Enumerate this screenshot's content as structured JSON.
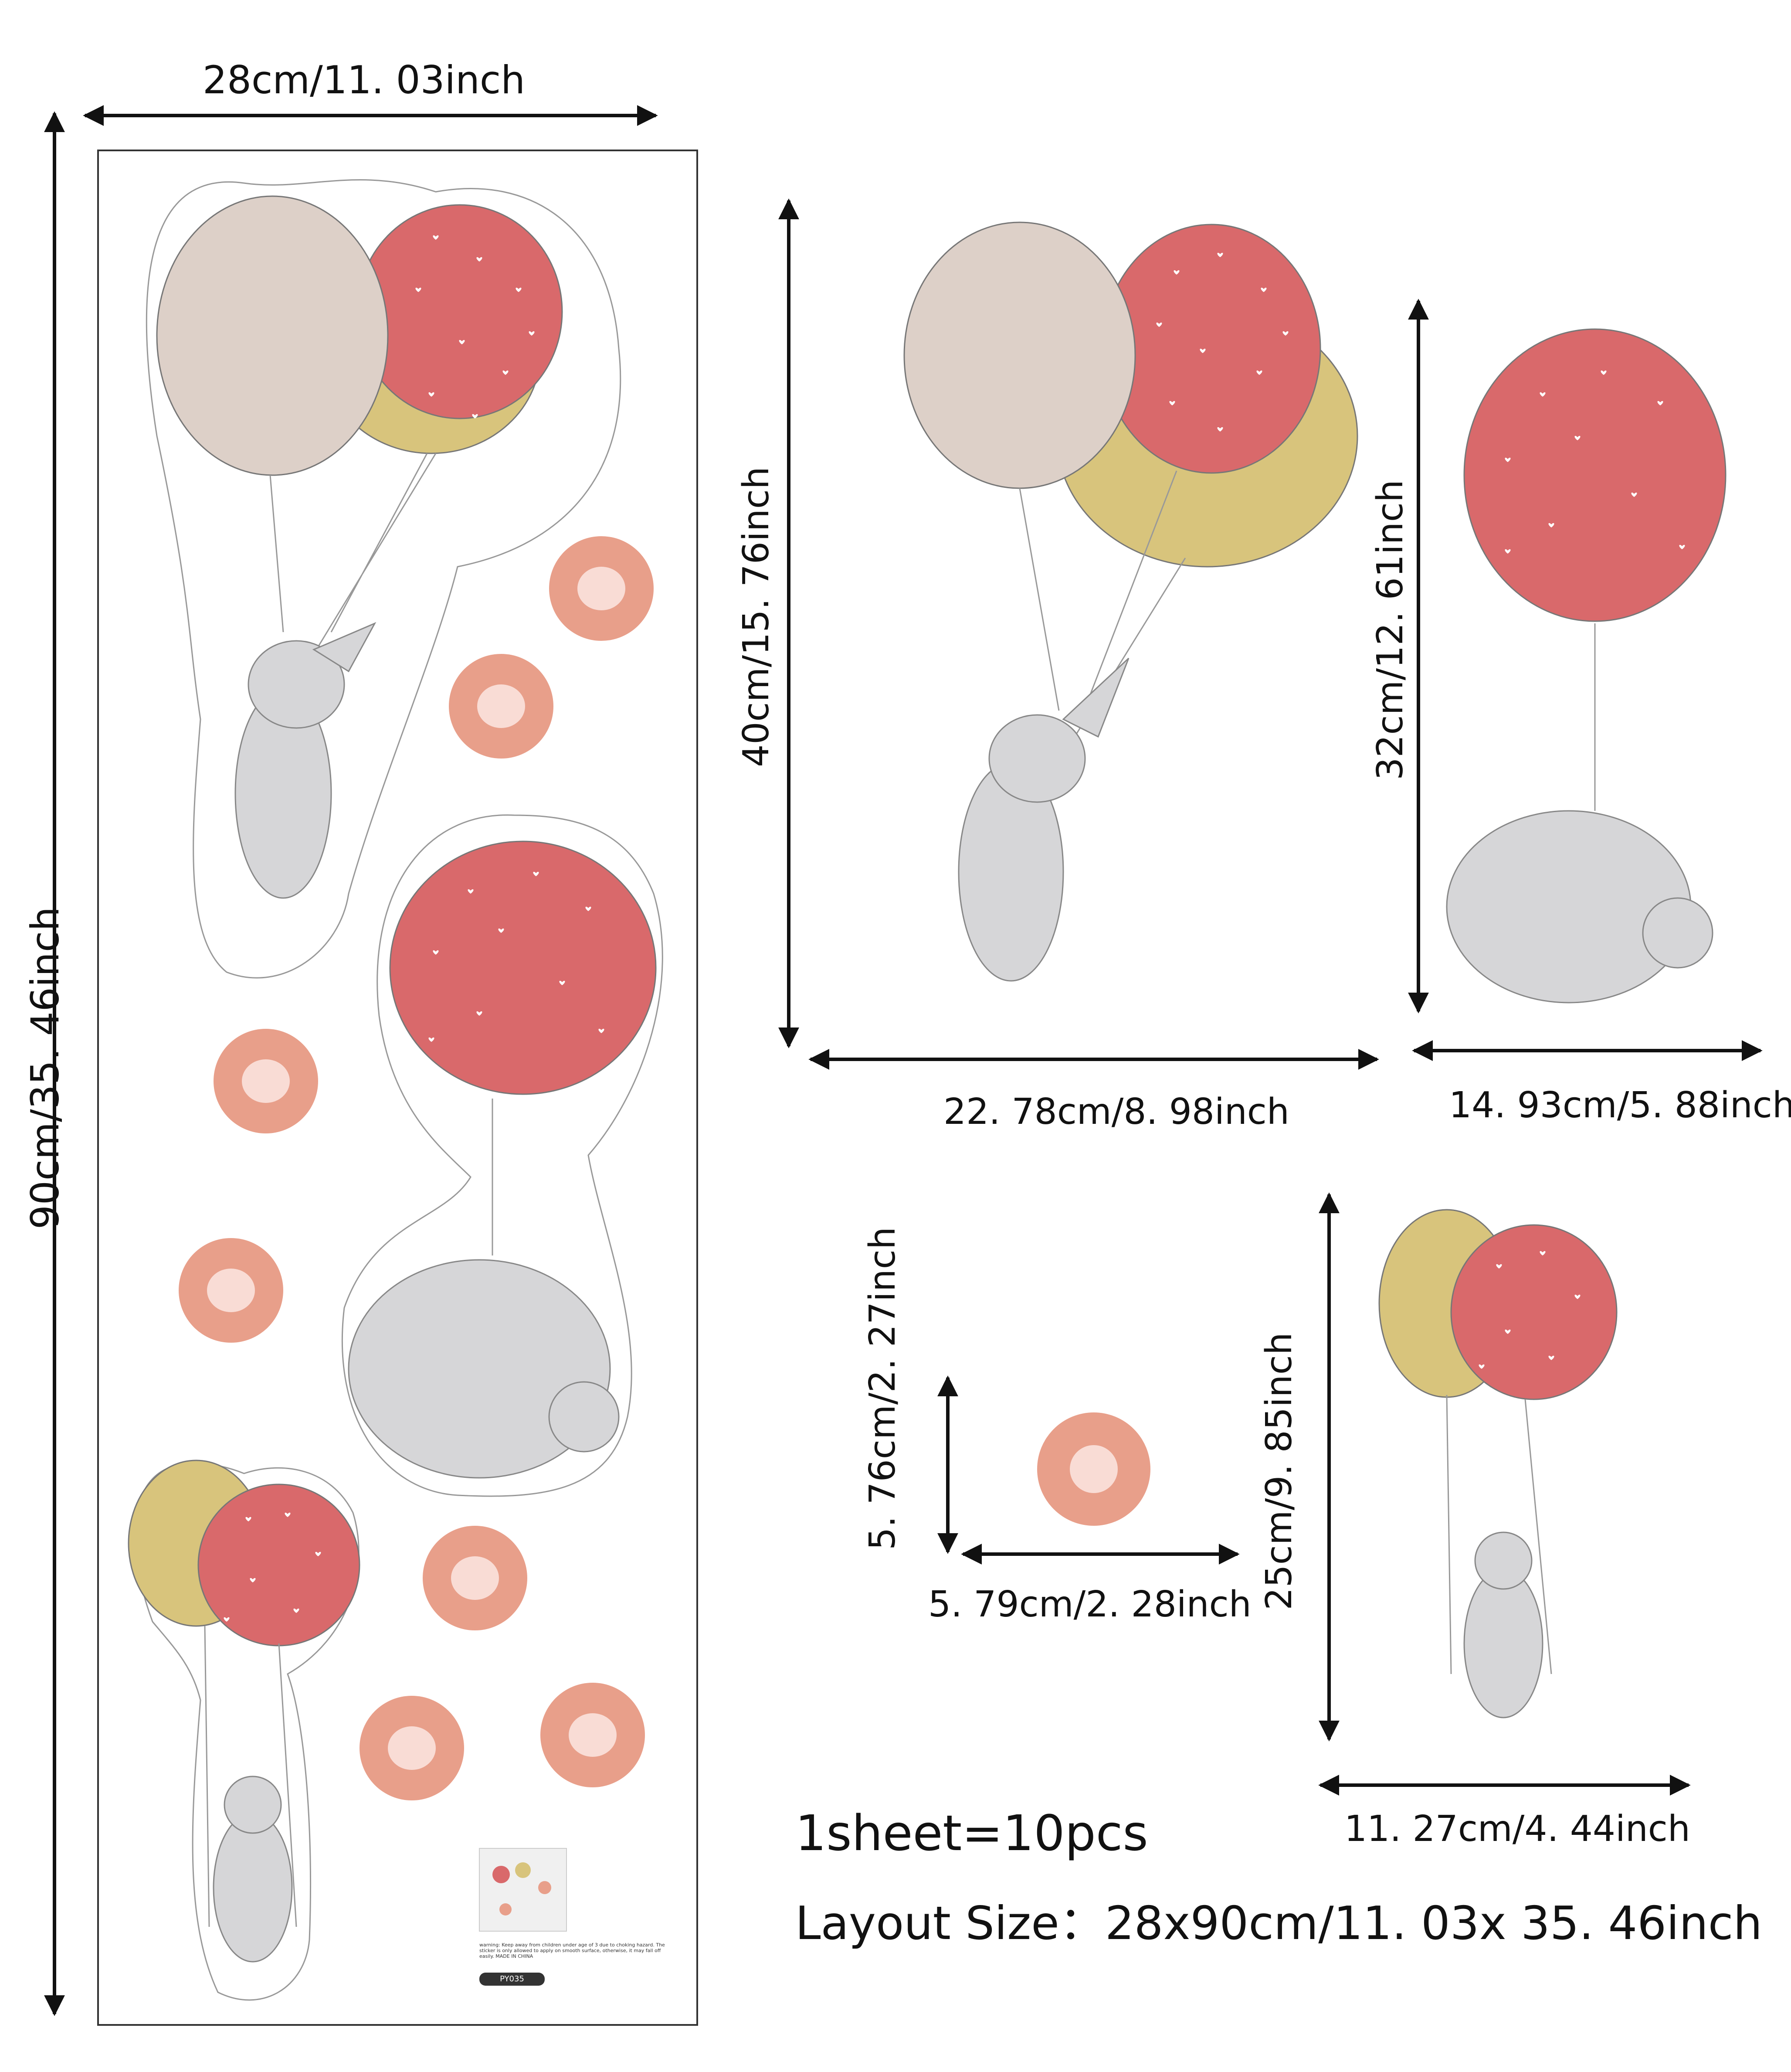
{
  "colors": {
    "balloon_red": "#d9696b",
    "balloon_cream": "#ddd0c8",
    "balloon_olive": "#d8c47c",
    "flower_pink": "#e89f8a",
    "flower_center": "#f9dcd5",
    "bunny_gray": "#d6d6d8",
    "dimension_line": "#111111"
  },
  "icons": [
    "balloon-icon",
    "bunny-icon",
    "flower-icon",
    "dimension-arrow-icon"
  ],
  "dimensions": {
    "sheet_width": "28cm/11. 03inch",
    "sheet_height": "90cm/35. 46inch",
    "large_height": "40cm/15. 76inch",
    "large_width": "22. 78cm/8. 98inch",
    "medium_height": "32cm/12. 61inch",
    "medium_width": "14. 93cm/5. 88inch",
    "flower_height": "5. 76cm/2. 27inch",
    "flower_width": "5. 79cm/2. 28inch",
    "swing_height": "25cm/9. 85inch",
    "swing_width": "11. 27cm/4. 44inch"
  },
  "summary": {
    "count": "1sheet=10pcs",
    "layout_size": "Layout Size：28x90cm/11. 03x  35. 46inch"
  },
  "product": {
    "warning": "warning: Keep away from children under age of 3 due to choking hazard. The sticker is only allowed to apply on smooth surface, otherwise, it may fall off easily. MADE IN CHINA",
    "code": "PY035"
  }
}
